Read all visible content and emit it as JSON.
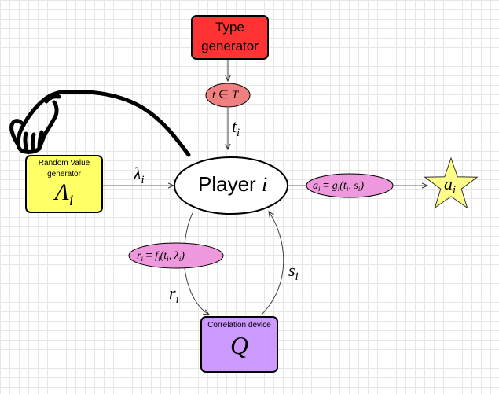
{
  "type_generator": {
    "label": "Type\ngenerator",
    "color": "#ff3333"
  },
  "random_value_generator": {
    "title": "Random Value\ngenerator",
    "symbol": "Λ",
    "sub": "i",
    "color": "#ffff66"
  },
  "player": {
    "word": "Player",
    "var": "i"
  },
  "correlation_device": {
    "title": "Correlation device",
    "symbol": "Q",
    "color": "#cc99ff"
  },
  "type_set": {
    "lhs": "t",
    "op": "∈",
    "rhs": "T",
    "color": "#f08080"
  },
  "action_rule": {
    "lhs": "a",
    "lhs_sub": "i",
    "eq": "=",
    "f": "g",
    "f_sub": "i",
    "args": "(t",
    "a1_sub": "i",
    "comma": ", s",
    "a2_sub": "i",
    "close": ")",
    "color": "#ee99dd"
  },
  "report_rule": {
    "lhs": "r",
    "lhs_sub": "i",
    "eq": "=",
    "f": "f",
    "f_sub": "i",
    "args": "(t",
    "a1_sub": "i",
    "comma": ", λ",
    "a2_sub": "i",
    "close": ")",
    "color": "#ee99dd"
  },
  "outcome": {
    "var": "a",
    "sub": "i",
    "color": "#ffff88"
  },
  "edge_labels": {
    "t": {
      "var": "t",
      "sub": "i"
    },
    "lambda": {
      "var": "λ",
      "sub": "i"
    },
    "r": {
      "var": "r",
      "sub": "i"
    },
    "s": {
      "var": "s",
      "sub": "i"
    }
  }
}
